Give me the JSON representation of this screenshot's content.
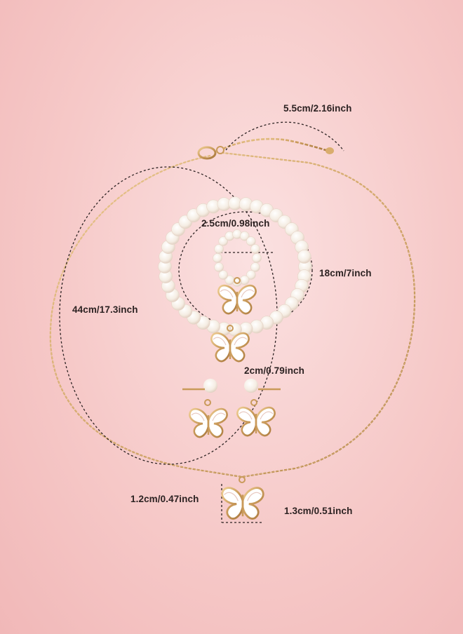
{
  "labels": {
    "extender": "5.5cm/2.16inch",
    "ring": "2.5cm/0.98inch",
    "bracelet": "18cm/7inch",
    "necklace": "44cm/17.3inch",
    "earring": "2cm/0.79inch",
    "pendant_height": "1.2cm/0.47inch",
    "pendant_width": "1.3cm/0.51inch"
  },
  "colors": {
    "background": "#f6c9c8",
    "gold": "#c99a5a",
    "pearl": "#fbf6ee",
    "enamel": "#ffffff",
    "dash": "#2c2222"
  }
}
